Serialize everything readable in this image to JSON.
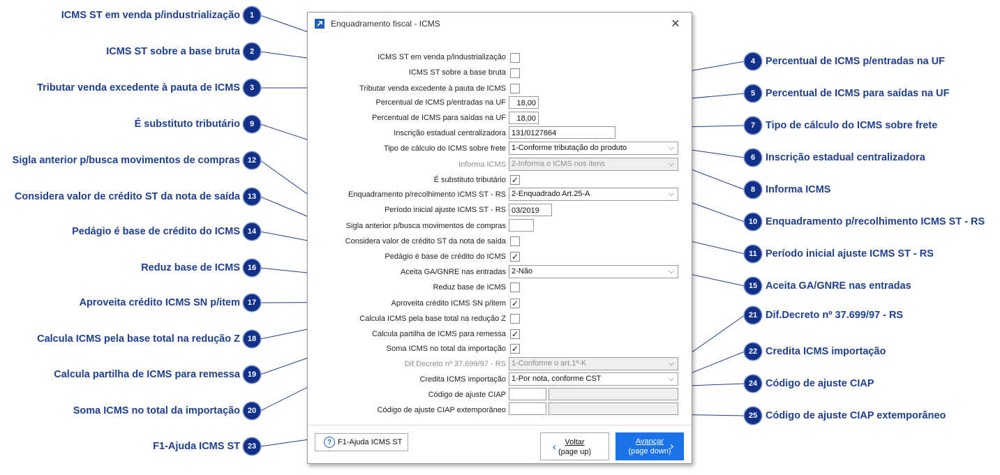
{
  "dialog": {
    "title": "Enquadramento fiscal - ICMS",
    "close_glyph": "✕",
    "icon": "app-arrow-icon",
    "check_glyph": "✓",
    "chevron_glyph": "⌵",
    "fields": {
      "f1": {
        "label": "ICMS ST em venda p/industrialização",
        "checked": false
      },
      "f2": {
        "label": "ICMS ST sobre a base bruta",
        "checked": false
      },
      "f3": {
        "label": "Tributar venda excedente à pauta de ICMS",
        "checked": false
      },
      "f4": {
        "label": "Percentual de ICMS p/entradas na UF",
        "value": "18,00"
      },
      "f5": {
        "label": "Percentual de ICMS para saídas na UF",
        "value": "18,00"
      },
      "f6": {
        "label": "Inscrição estadual centralizadora",
        "value": "131/0127864"
      },
      "f7": {
        "label": "Tipo de cálculo do ICMS sobre frete",
        "value": "1-Conforme tributação do produto"
      },
      "f8": {
        "label": "Informa ICMS",
        "value": "2-Informa o ICMS nos itens"
      },
      "f9": {
        "label": "É substituto tributário",
        "checked": true
      },
      "f10": {
        "label": "Enquadramento p/recolhimento ICMS ST - RS",
        "value": "2-Enquadrado Art.25-A"
      },
      "f11": {
        "label": "Período inicial ajuste ICMS ST - RS",
        "value": "03/2019"
      },
      "f12": {
        "label": "Sigla anterior p/busca movimentos de compras",
        "value": ""
      },
      "f13": {
        "label": "Considera valor de crédito ST da nota de saída",
        "checked": false
      },
      "f14": {
        "label": "Pedágio é base de crédito do ICMS",
        "checked": true
      },
      "f15": {
        "label": "Aceita GA/GNRE nas entradas",
        "value": "2-Não"
      },
      "f16": {
        "label": "Reduz base de ICMS",
        "checked": false
      },
      "f17": {
        "label": "Aproveita crédito ICMS SN p/item",
        "checked": true
      },
      "f18": {
        "label": "Calcula ICMS pela base total na redução Z",
        "checked": false
      },
      "f19": {
        "label": "Calcula partilha de ICMS para remessa",
        "checked": true
      },
      "f20": {
        "label": "Soma ICMS no total da importação",
        "checked": true
      },
      "f21": {
        "label": "Dif.Decreto nº 37.699/97 - RS",
        "value": "1-Conforme o art.1º-K"
      },
      "f22": {
        "label": "Credita ICMS importação",
        "value": "1-Por nota, conforme CST"
      },
      "f24": {
        "label": "Código de ajuste CIAP",
        "value": "",
        "desc": ""
      },
      "f25": {
        "label": "Código de ajuste CIAP extemporâneo",
        "value": "",
        "desc": ""
      }
    },
    "buttons": {
      "help": {
        "label": "F1-Ajuda ICMS ST",
        "icon_glyph": "?"
      },
      "back": {
        "line1": "Voltar",
        "line2": "(page up)",
        "arrow": "‹"
      },
      "next": {
        "line1": "Avançar",
        "line2": "(page down)",
        "arrow": "›"
      }
    }
  },
  "callouts": [
    {
      "n": "1",
      "text": "ICMS ST em venda p/industrialização"
    },
    {
      "n": "2",
      "text": "ICMS ST sobre a base bruta"
    },
    {
      "n": "3",
      "text": "Tributar venda excedente à pauta de ICMS"
    },
    {
      "n": "4",
      "text": "Percentual de ICMS p/entradas na UF"
    },
    {
      "n": "5",
      "text": "Percentual de ICMS para saídas na UF"
    },
    {
      "n": "6",
      "text": "Inscrição estadual centralizadora"
    },
    {
      "n": "7",
      "text": "Tipo de cálculo do ICMS sobre frete"
    },
    {
      "n": "8",
      "text": "Informa ICMS"
    },
    {
      "n": "9",
      "text": "É substituto tributário"
    },
    {
      "n": "10",
      "text": "Enquadramento p/recolhimento ICMS ST - RS"
    },
    {
      "n": "11",
      "text": "Período inicial ajuste ICMS ST - RS"
    },
    {
      "n": "12",
      "text": "Sigla anterior p/busca movimentos de compras"
    },
    {
      "n": "13",
      "text": "Considera valor de crédito ST da nota de saída"
    },
    {
      "n": "14",
      "text": "Pedágio é base de crédito do ICMS"
    },
    {
      "n": "15",
      "text": "Aceita GA/GNRE nas entradas"
    },
    {
      "n": "16",
      "text": "Reduz base de ICMS"
    },
    {
      "n": "17",
      "text": "Aproveita crédito ICMS SN p/item"
    },
    {
      "n": "18",
      "text": "Calcula ICMS pela base total na redução Z"
    },
    {
      "n": "19",
      "text": "Calcula partilha de ICMS para remessa"
    },
    {
      "n": "20",
      "text": "Soma ICMS no total da importação"
    },
    {
      "n": "21",
      "text": "Dif.Decreto nº 37.699/97 - RS"
    },
    {
      "n": "22",
      "text": "Credita ICMS importação"
    },
    {
      "n": "23",
      "text": "F1-Ajuda ICMS ST"
    },
    {
      "n": "24",
      "text": "Código de ajuste CIAP"
    },
    {
      "n": "25",
      "text": "Código de ajuste CIAP extemporâneo"
    }
  ]
}
